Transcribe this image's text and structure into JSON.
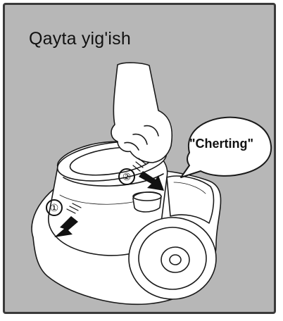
{
  "title": "Qayta yig'ish",
  "callout": {
    "text": "\"Cherting\""
  },
  "steps": [
    {
      "label": "①"
    },
    {
      "label": "②"
    }
  ],
  "illustration": {
    "subject": "hand attaching dust container to vacuum cleaner",
    "colors": {
      "panel": "#b7b7b7",
      "line": "#1a1a1a",
      "fill": "#ffffff"
    }
  }
}
